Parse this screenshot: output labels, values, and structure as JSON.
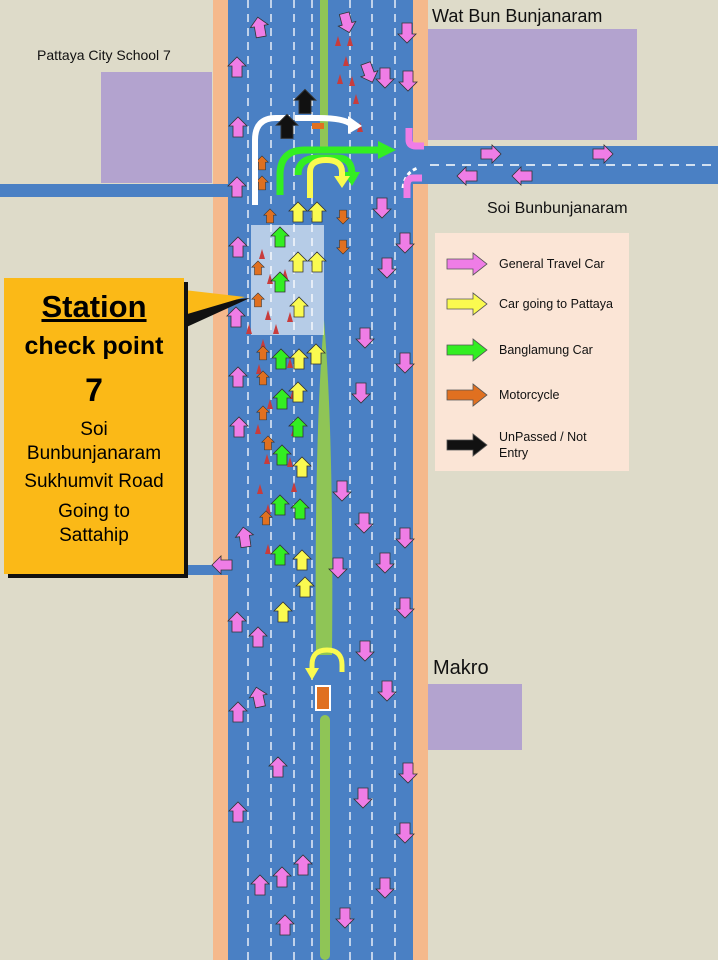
{
  "labels": {
    "wat": "Wat Bun Bunjanaram",
    "school": "Pattaya City School 7",
    "soi": "Soi Bunbunjanaram",
    "makro": "Makro"
  },
  "station": {
    "title": "Station",
    "subtitle": "check point",
    "number": "7",
    "line1": "Soi",
    "line2": "Bunbunjanaram",
    "line3": "Sukhumvit Road",
    "line4": "Going to",
    "line5": "Sattahip"
  },
  "legend": {
    "items": [
      {
        "label": "General Travel Car",
        "color": "#ef7de6"
      },
      {
        "label": "Car going to Pattaya",
        "color": "#fafa50"
      },
      {
        "label": "Banglamung Car",
        "color": "#33ee22"
      },
      {
        "label": "Motorcycle",
        "color": "#e07020"
      },
      {
        "label": "UnPassed / Not Entry",
        "color": "#111111"
      }
    ]
  },
  "colors": {
    "road": "#4a80c4",
    "ground": "#dedbc9",
    "sidewalk": "#f5b98c",
    "building": "#b3a3cf",
    "median": "#8fc556",
    "station": "#fbb917"
  }
}
